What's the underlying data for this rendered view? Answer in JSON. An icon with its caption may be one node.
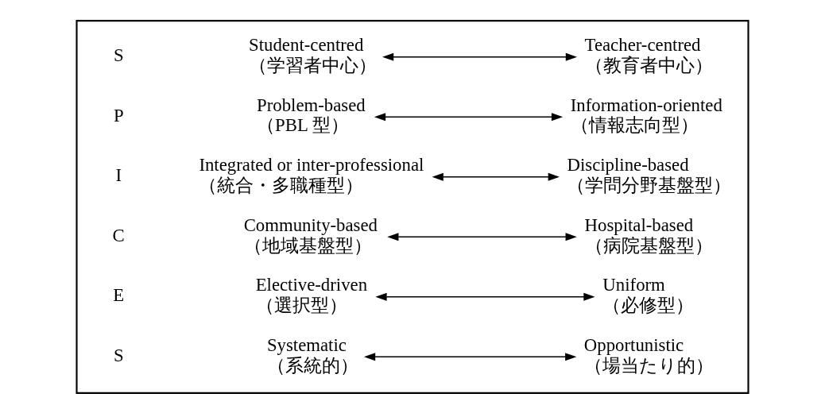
{
  "diagram": {
    "nodes": [
      {
        "text": [],
        "shape": "box"
      },
      {
        "text": [
          "Student-centred",
          "（学習者中心）"
        ],
        "in": 0
      },
      {
        "text": [
          "Teacher-centred",
          "（教育者中心）"
        ],
        "in": 0
      },
      {
        "text": [
          "Problem-based",
          "（PBL 型）"
        ],
        "in": 0
      },
      {
        "text": [
          "Information-oriented",
          "（情報志向型）"
        ],
        "in": 0
      },
      {
        "text": [
          "Integrated or inter-professional",
          "（統合・多職種型）"
        ],
        "in": 0
      },
      {
        "text": [
          "Discipline-based",
          "（学問分野基盤型）"
        ],
        "in": 0
      },
      {
        "text": [
          "Community-based",
          "（地域基盤型）"
        ],
        "in": 0
      },
      {
        "text": [
          "Hospital-based",
          "（病院基盤型）"
        ],
        "in": 0
      },
      {
        "text": [
          "Elective-driven",
          "（選択型）"
        ],
        "in": 0
      },
      {
        "text": [
          "Uniform",
          "（必修型）"
        ],
        "in": 0
      },
      {
        "text": [
          "Systematic",
          "（系統的）"
        ],
        "in": 0
      },
      {
        "text": [
          "Opportunistic",
          "（場当たり的）"
        ],
        "in": 0
      }
    ],
    "edges": [
      {
        "from": 1,
        "to": 2,
        "arrow": "both"
      },
      {
        "from": 3,
        "to": 4,
        "arrow": "both"
      },
      {
        "from": 5,
        "to": 6,
        "arrow": "both"
      },
      {
        "from": 7,
        "to": 8,
        "arrow": "both"
      },
      {
        "from": 9,
        "to": 10,
        "arrow": "both"
      },
      {
        "from": 11,
        "to": 12,
        "arrow": "both"
      }
    ],
    "labels": [
      "S",
      "P",
      "I",
      "C",
      "E",
      "S"
    ]
  }
}
